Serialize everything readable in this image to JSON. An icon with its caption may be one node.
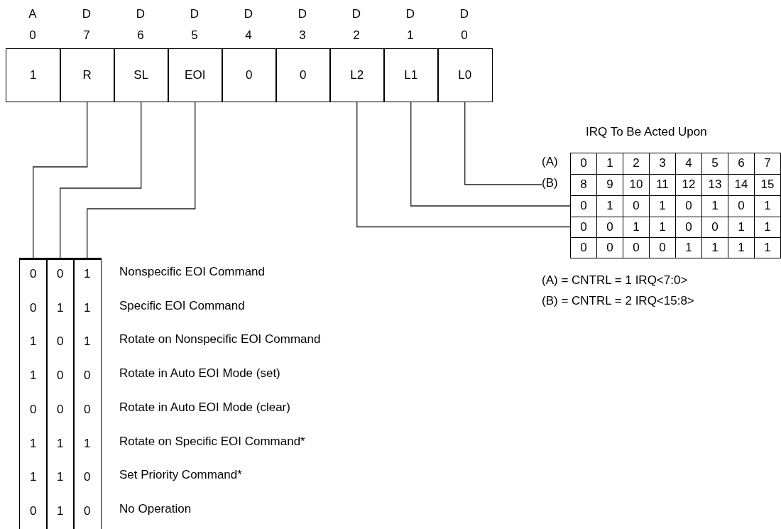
{
  "diagram": {
    "nodes": [
      {
        "text": [
          "1"
        ],
        "beside": [
          "A 0"
        ]
      },
      {
        "text": [
          "R"
        ],
        "beside": [
          "D 7"
        ]
      },
      {
        "text": [
          "SL"
        ],
        "beside": [
          "D 6"
        ]
      },
      {
        "text": [
          "EOI"
        ],
        "beside": [
          "D 5"
        ]
      },
      {
        "text": [
          "0"
        ],
        "beside": [
          "D 4"
        ]
      },
      {
        "text": [
          "0"
        ],
        "beside": [
          "D 3"
        ]
      },
      {
        "text": [
          "L2"
        ],
        "beside": [
          "D 2"
        ]
      },
      {
        "text": [
          "L1"
        ],
        "beside": [
          "D 1"
        ]
      },
      {
        "text": [
          "L0"
        ],
        "beside": [
          "D 0"
        ]
      },
      {
        "text": [
          "IRQ To Be Acted Upon"
        ]
      },
      {
        "text": [
          "0",
          "1",
          "2",
          "3",
          "4",
          "5",
          "6",
          "7"
        ],
        "beside": [
          "(A)"
        ],
        "in": 9
      },
      {
        "text": [
          "8",
          "9",
          "10",
          "11",
          "12",
          "13",
          "14",
          "15"
        ],
        "beside": [
          "(B)"
        ],
        "in": 9
      },
      {
        "text": [
          "0",
          "1",
          "0",
          "1",
          "0",
          "1",
          "0",
          "1"
        ],
        "in": 9
      },
      {
        "text": [
          "0",
          "0",
          "1",
          "1",
          "0",
          "0",
          "1",
          "1"
        ],
        "in": 9
      },
      {
        "text": [
          "0",
          "0",
          "0",
          "0",
          "1",
          "1",
          "1",
          "1"
        ],
        "in": 9
      },
      {
        "text": [
          "0",
          "0",
          "1",
          "1",
          "0",
          "1",
          "1",
          "0"
        ]
      },
      {
        "text": [
          "0",
          "1",
          "0",
          "0",
          "0",
          "1",
          "1",
          "1"
        ]
      },
      {
        "text": [
          "1",
          "1",
          "1",
          "0",
          "0",
          "1",
          "0",
          "0"
        ]
      }
    ],
    "edges": [
      {
        "from": 1,
        "to": 15,
        "arrow": "none"
      },
      {
        "from": 2,
        "to": 16,
        "arrow": "none"
      },
      {
        "from": 3,
        "to": 17,
        "arrow": "none"
      },
      {
        "from": 8,
        "to": 11,
        "arrow": "none"
      },
      {
        "from": 7,
        "to": 12,
        "arrow": "none"
      },
      {
        "from": 6,
        "to": 13,
        "arrow": "none"
      }
    ],
    "labels": [
      "Nonspecific EOI Command",
      "Specific EOI Command",
      "Rotate on Nonspecific EOI Command",
      "Rotate in Auto EOI Mode (set)",
      "Rotate in Auto EOI Mode (clear)",
      "Rotate on Specific EOI Command*",
      "Set Priority Command*",
      "No Operation",
      "(A) = CNTRL = 1 IRQ<7:0>",
      "(B) = CNTRL = 2 IRQ<15:8>"
    ]
  }
}
